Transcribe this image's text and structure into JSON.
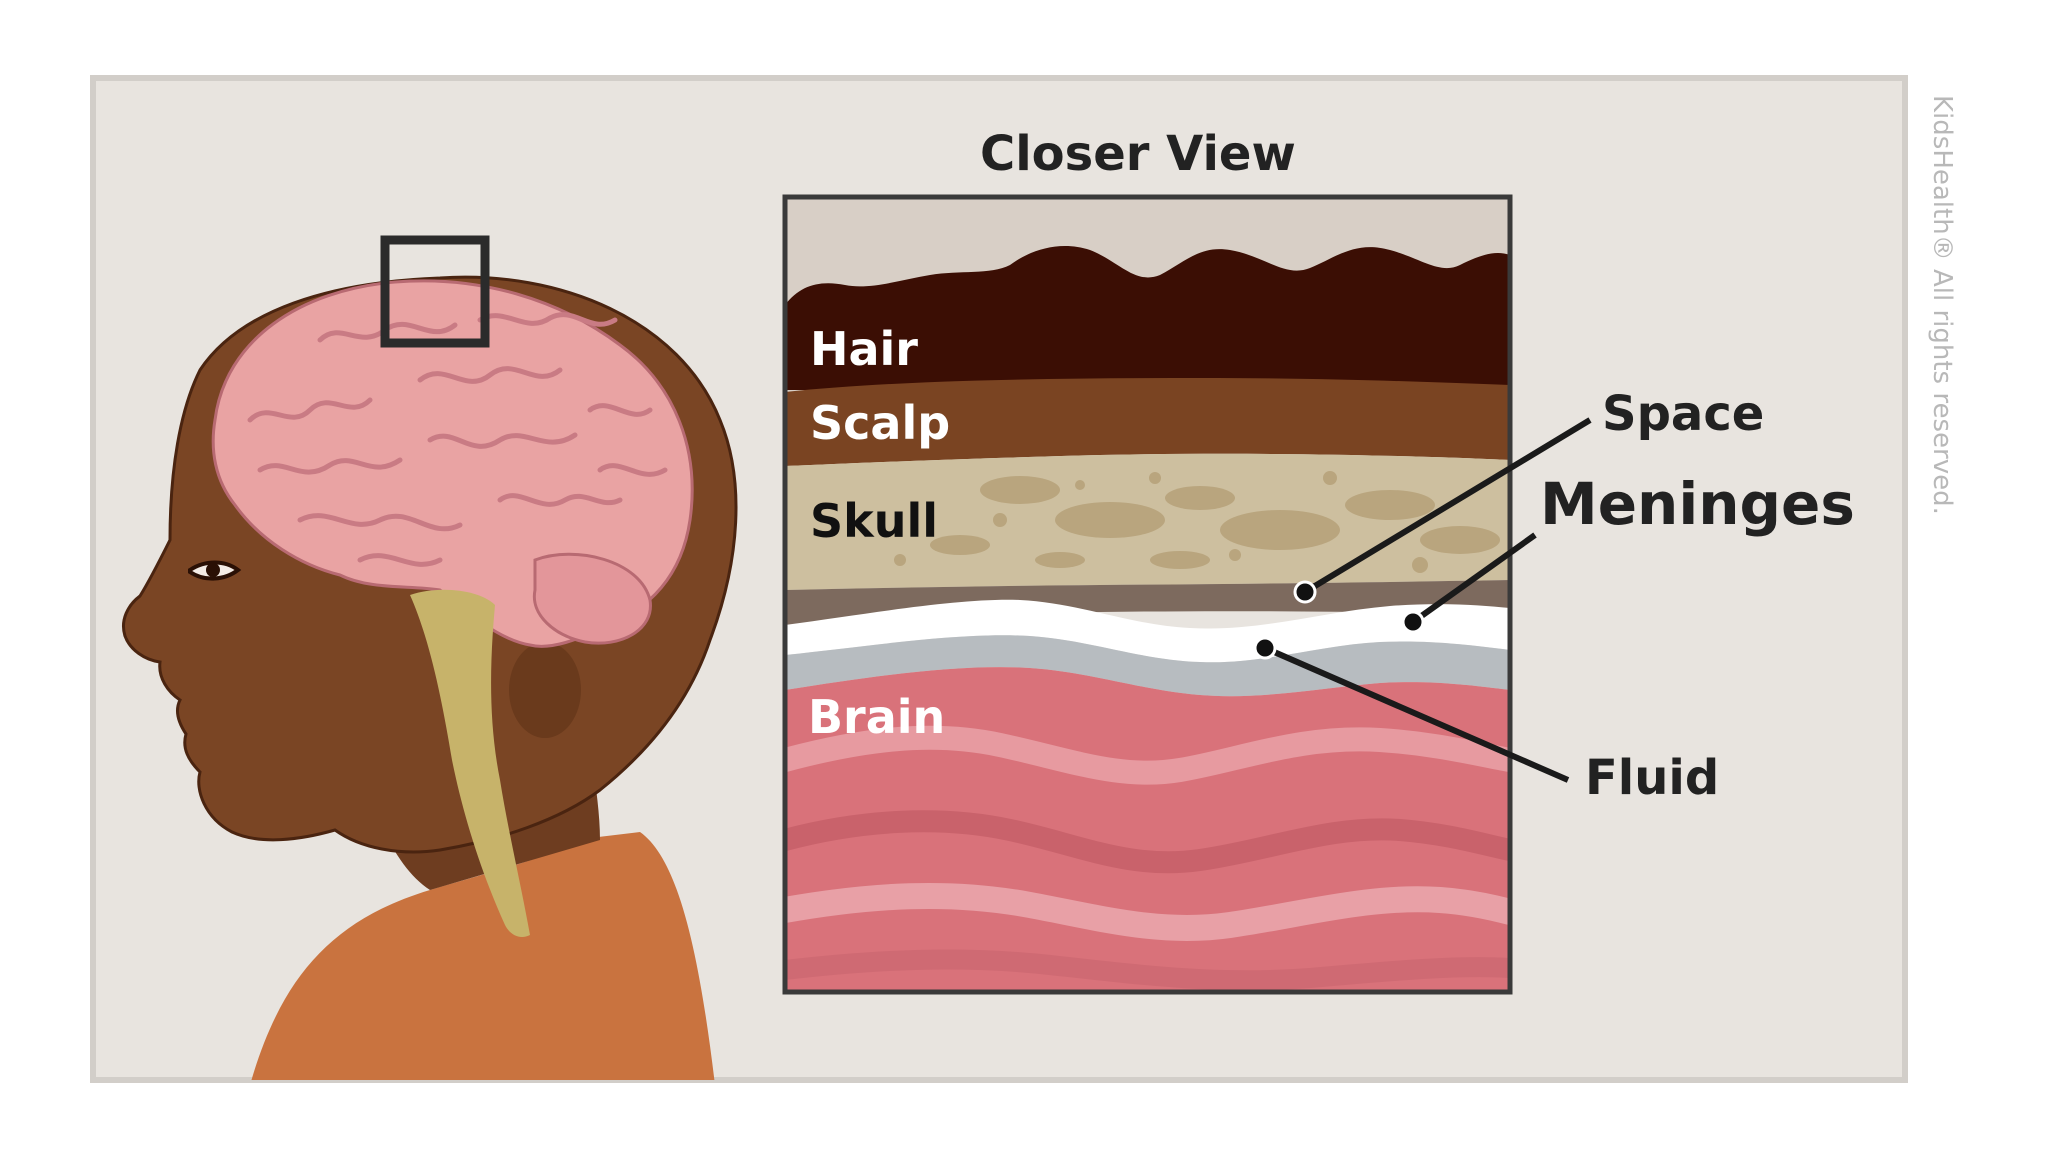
{
  "figure": {
    "title": "Closer View",
    "layer_labels": {
      "hair": "Hair",
      "scalp": "Scalp",
      "skull": "Skull",
      "brain": "Brain"
    },
    "callouts": {
      "space": "Space",
      "meninges": "Meninges",
      "fluid": "Fluid"
    },
    "copyright": "KidsHealth® All rights reserved."
  },
  "colors": {
    "panel_bg": "#e8e4df",
    "skin": "#7a4524",
    "shirt": "#c9733f",
    "brain_pink": "#e9a3a3",
    "hair": "#3b0e04",
    "scalp": "#7a4422",
    "skull": "#cdbf9f",
    "meninges": "#ffffff",
    "brain_tissue": "#d9727a"
  },
  "icons": [
    "child-head-profile",
    "magnify-box",
    "spinal-cord"
  ]
}
